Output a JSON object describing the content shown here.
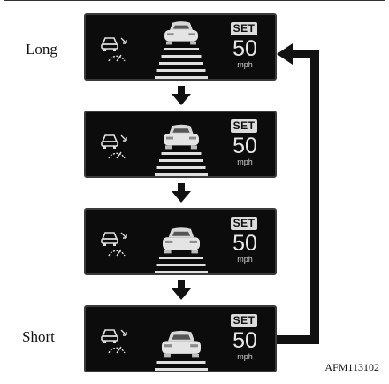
{
  "labels": {
    "long": "Long",
    "short": "Short"
  },
  "panel": {
    "set_badge": "SET",
    "speed": "50",
    "unit": "mph"
  },
  "figure_code": "AFM113102",
  "icons": {
    "cruise_icon": "adaptive-cruise-distance-icon",
    "vehicle_icon": "vehicle-ahead-icon",
    "step_arrow": "down-arrow-icon",
    "return_arrow": "return-arrow-icon"
  },
  "distance_settings": [
    {
      "setting": "Long",
      "bars": 5
    },
    {
      "setting": "",
      "bars": 4
    },
    {
      "setting": "",
      "bars": 3
    },
    {
      "setting": "Short",
      "bars": 2
    }
  ],
  "colors": {
    "panel_bg": "#0c0c0c",
    "text": "#e8e8e8",
    "arrow": "#111111"
  }
}
